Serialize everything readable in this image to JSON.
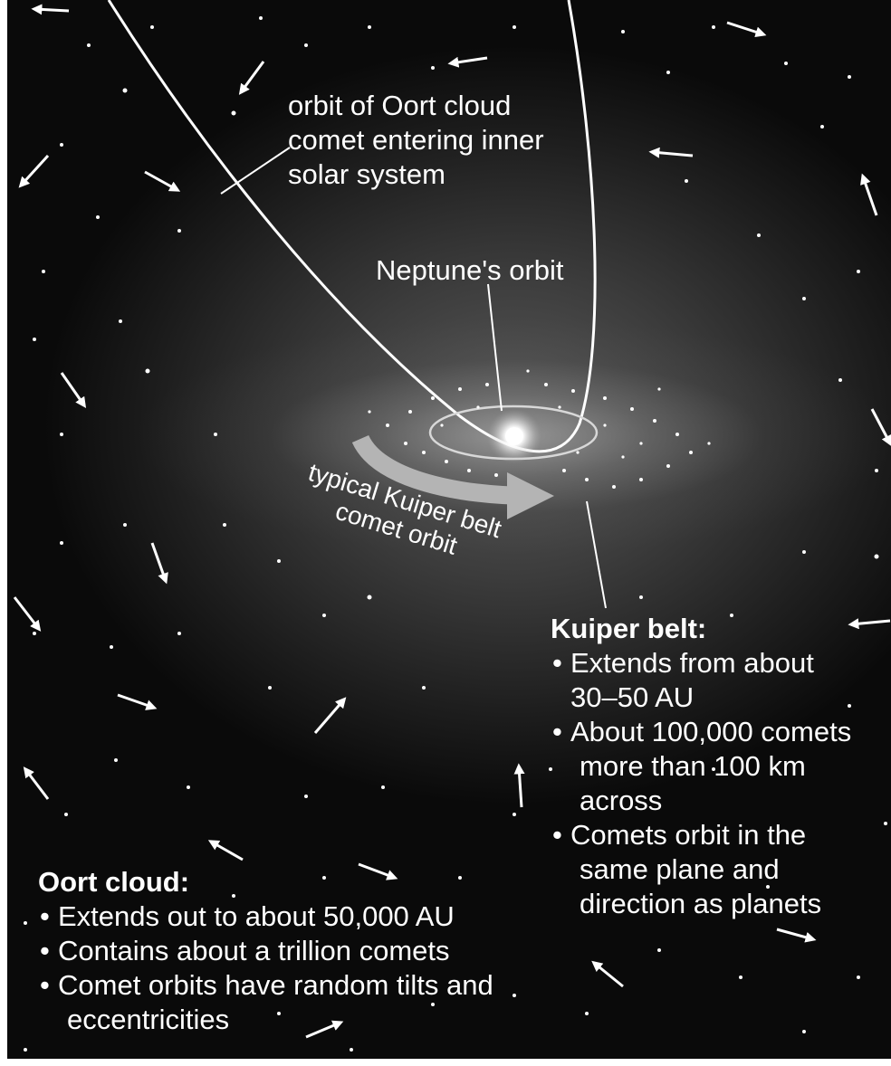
{
  "labels": {
    "oort_comet_orbit": [
      "orbit of Oort cloud",
      "comet entering inner",
      "solar system"
    ],
    "neptune_orbit": "Neptune's orbit",
    "kuiper_orbit": [
      "typical Kuiper belt",
      "comet orbit"
    ]
  },
  "kuiper_belt": {
    "heading": "Kuiper belt:",
    "bullets": [
      [
        "Extends from about",
        "30–50 AU"
      ],
      [
        "About 100,000 comets",
        "more than 100 km",
        "across"
      ],
      [
        "Comets orbit in the",
        "same plane and",
        "direction as planets"
      ]
    ]
  },
  "oort_cloud": {
    "heading": "Oort cloud:",
    "bullets": [
      [
        "Extends out to about 50,000 AU"
      ],
      [
        "Contains about a trillion comets"
      ],
      [
        "Comet orbits have random tilts and",
        "eccentricities"
      ]
    ]
  },
  "colors": {
    "background": "#0a0a0a",
    "text": "#ffffff",
    "kuiper_arrow": "#b4b4b4",
    "sun": "#ffffff"
  },
  "icons": [
    "star-dot",
    "comet-motion-arrow",
    "sun-glow"
  ]
}
